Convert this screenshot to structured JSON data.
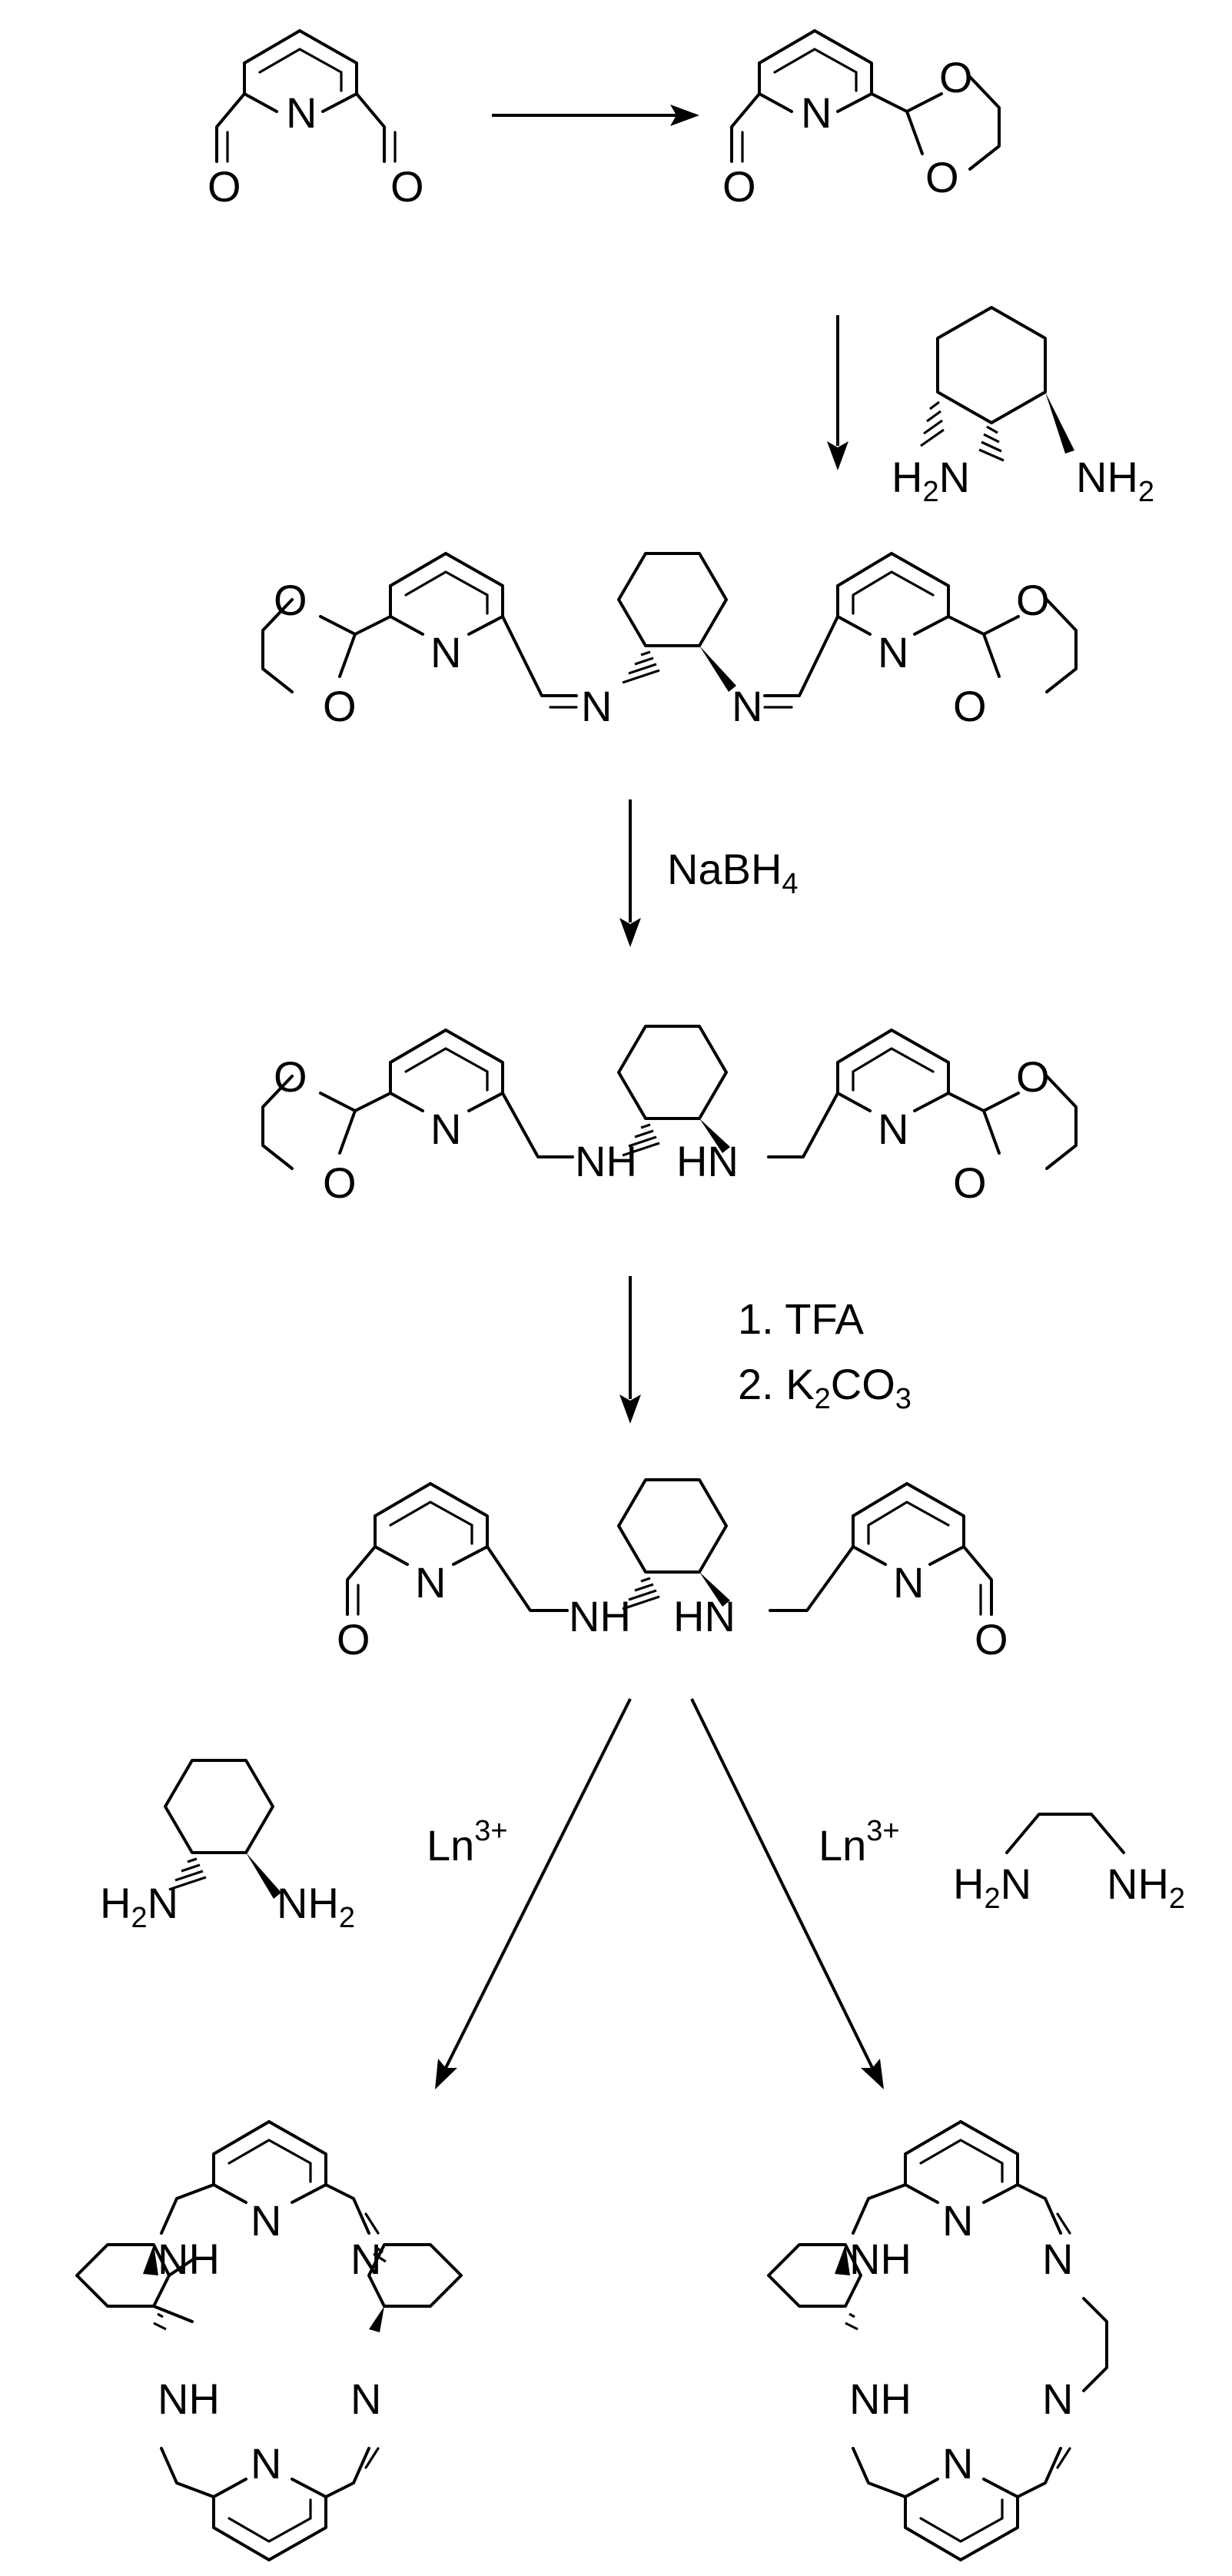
{
  "atoms": {
    "N": "N",
    "O": "O",
    "NH": "NH",
    "HN": "HN",
    "H": "H",
    "Na": "Na",
    "B": "B",
    "C": "C",
    "K": "K",
    "Ln": "Ln"
  },
  "reagents": {
    "step2": {
      "left": "H",
      "sub": "2",
      "n": "N",
      "nh": "NH",
      "sub2": "2"
    },
    "step3": {
      "text": "NaBH",
      "sub": "4"
    },
    "step4": {
      "line1": "1.  TFA",
      "line2": "2.  K",
      "sub1": "2",
      "co": "CO",
      "sub2": "3"
    },
    "left_branch": {
      "ln": "Ln",
      "charge": "3+"
    },
    "right_branch": {
      "ln": "Ln",
      "charge": "3+"
    }
  }
}
